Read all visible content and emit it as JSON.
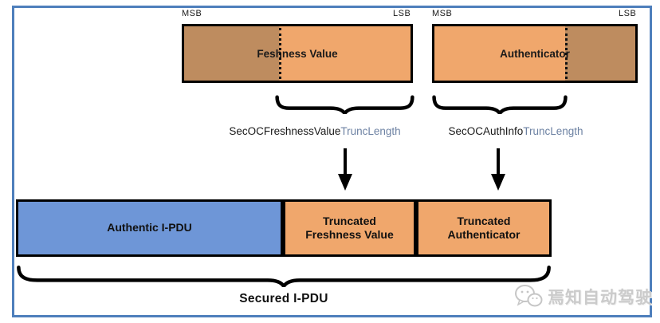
{
  "frame": {
    "border_color": "#4e7fbc"
  },
  "top_row": {
    "freshness_box": {
      "label": "Feshness Value",
      "msb": "MSB",
      "lsb": "LSB",
      "kept_color": "#be8c5f",
      "truncated_color": "#f0a76c",
      "split_percent": 42,
      "split_side_kept": "left"
    },
    "auth_box": {
      "label": "Authenticator",
      "msb": "MSB",
      "lsb": "LSB",
      "kept_color": "#be8c5f",
      "truncated_color": "#f0a76c",
      "split_percent": 65,
      "split_side_kept": "right"
    }
  },
  "annotations": {
    "freshness_trunc_label_main": "SecOCFreshnessValue",
    "freshness_trunc_label_suffix": "TruncLength",
    "auth_trunc_label_main": "SecOCAuthInfo",
    "auth_trunc_label_suffix": "TruncLength",
    "suffix_color": "#6d82a3",
    "brace_color": "#000000",
    "arrow_color": "#000000"
  },
  "bottom_row": {
    "authentic_ipdu": {
      "label": "Authentic I-PDU",
      "color": "#6e96d7"
    },
    "truncated_freshness": {
      "label_line1": "Truncated",
      "label_line2": "Freshness Value",
      "color": "#f0a76c"
    },
    "truncated_auth": {
      "label_line1": "Truncated",
      "label_line2": "Authenticator",
      "color": "#f0a76c"
    }
  },
  "secured_ipdu_label": "Secured I-PDU",
  "watermark": {
    "icon": "wechat-icon",
    "text": "焉知自动驾驶",
    "color": "#cbcbcb"
  }
}
